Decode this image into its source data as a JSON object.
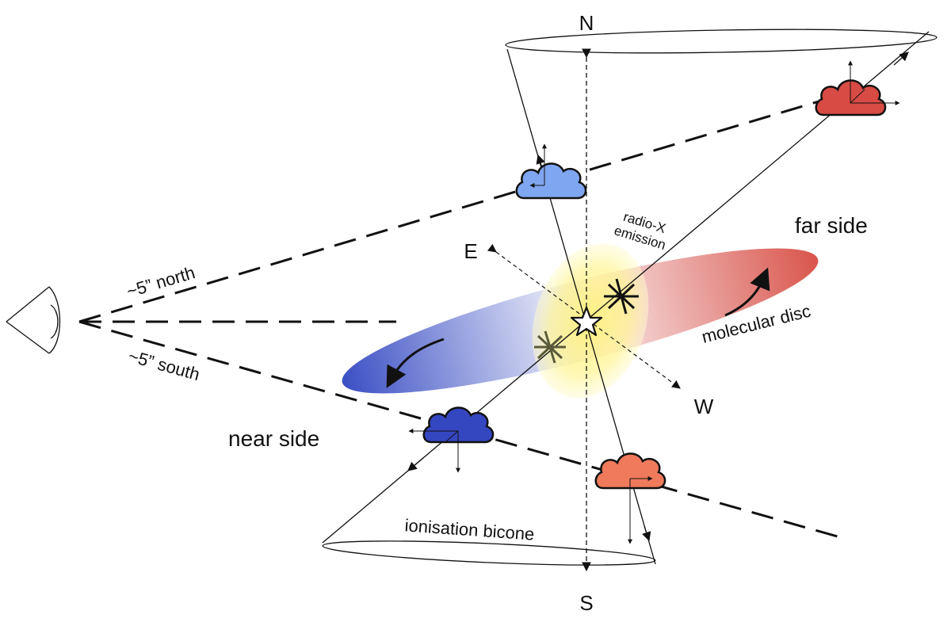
{
  "labels": {
    "north": "N",
    "south": "S",
    "east": "E",
    "west": "W",
    "far_side": "far side",
    "near_side": "near side",
    "radio_x_line1": "radio-X",
    "radio_x_line2": "emission",
    "molecular_disc": "molecular disc",
    "ionisation_bicone": "ionisation bicone",
    "north_offset": "~5” north",
    "south_offset": "~5” south"
  },
  "colors": {
    "disc_blue": "#3b4fc4",
    "disc_red": "#d9554c",
    "emission_yellow": "#fff27a",
    "cloud_light_blue": "#7fa6f0",
    "cloud_dark_blue": "#3547c0",
    "cloud_dark_red": "#d84a44",
    "cloud_salmon": "#ef7a5c"
  },
  "icons": {
    "observer": "eye-icon",
    "nucleus": "star-icon",
    "radio_source": "asterisk-icon",
    "cloud": "cloud-icon"
  }
}
